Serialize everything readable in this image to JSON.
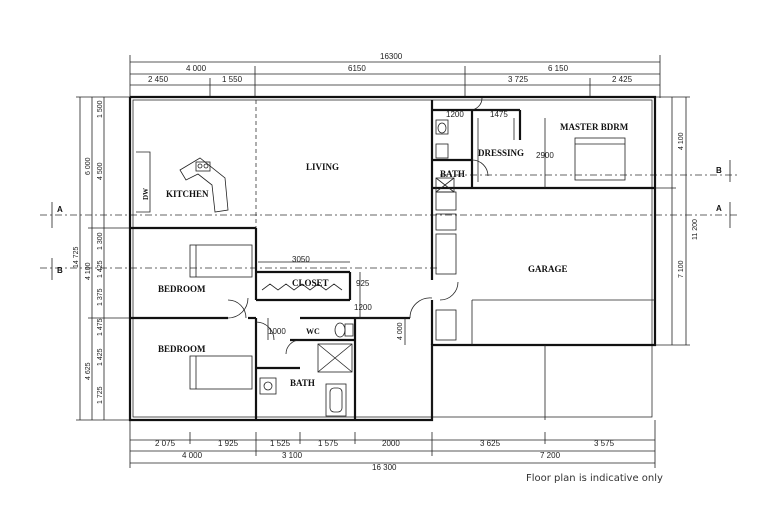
{
  "rooms": {
    "living": "LIVING",
    "kitchen": "KITCHEN",
    "master": "MASTER BDRM",
    "dressing": "DRESSING",
    "bath_top": "BATH",
    "garage": "GARAGE",
    "bedroom1": "BEDROOM",
    "closet": "CLOSET",
    "bedroom2": "BEDROOM",
    "wc": "WC",
    "bath_bottom": "BATH",
    "dw": "DW"
  },
  "top_dims": {
    "overall": "16300",
    "left": "4 000",
    "mid": "6150",
    "right": "6 150",
    "sub1": "2 450",
    "sub2": "1 550",
    "sub3": "3 725",
    "sub4": "2 425"
  },
  "inner_dims": {
    "d1200a": "1200",
    "d1475": "1475",
    "d2900": "2900",
    "d3050": "3050",
    "d925": "925",
    "d1200b": "1200",
    "d1000": "1000",
    "d4000": "4 000"
  },
  "bottom_dims": {
    "row1": [
      "2 075",
      "1 925",
      "1 525",
      "1 575",
      "2000",
      "3 625",
      "3 575"
    ],
    "row2": [
      "4 000",
      "3 100",
      "7 200"
    ],
    "overall": "16 300"
  },
  "left_dims": {
    "overall": "14 725",
    "outer": [
      "6 000",
      "4 100",
      "4 625"
    ],
    "inner": [
      "1 500",
      "4 500",
      "1 300",
      "1 425",
      "1 375",
      "1 475",
      "1 425",
      "1 725"
    ]
  },
  "right_dims": {
    "outer": "11 200",
    "inner": [
      "4 100",
      "7 100"
    ]
  },
  "sections": [
    "A",
    "A",
    "B",
    "B"
  ],
  "note": "Floor plan is indicative only"
}
